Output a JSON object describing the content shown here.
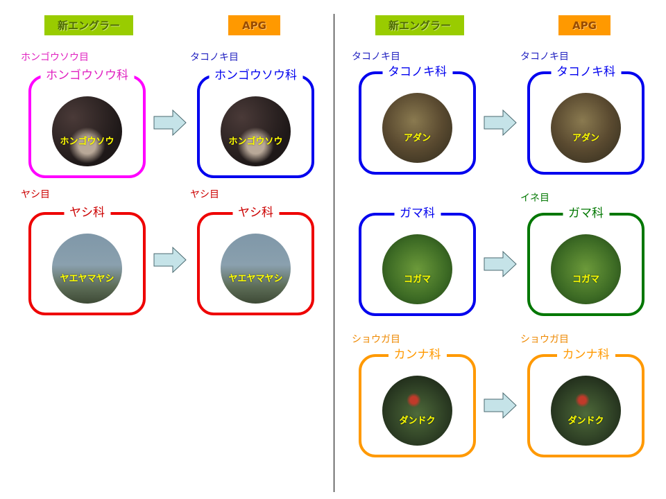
{
  "headers": {
    "engler": "新エングラー",
    "apg": "APG"
  },
  "colors": {
    "engler_header": "#99cc00",
    "apg_header": "#ff9900",
    "arrow_fill": "#c5e3e8"
  },
  "left_group": {
    "rows": [
      {
        "engler": {
          "order": "ホンゴウソウ目",
          "family": "ホンゴウソウ科",
          "species": "ホンゴウソウ",
          "order_color": "#e020c0",
          "border": "#ff00ff",
          "image": "hongousou"
        },
        "apg": {
          "order": "タコノキ目",
          "family": "ホンゴウソウ科",
          "species": "ホンゴウソウ",
          "order_color": "#2020c0",
          "border": "#0000ee",
          "image": "hongousou"
        }
      },
      {
        "engler": {
          "order": "ヤシ目",
          "family": "ヤシ科",
          "species": "ヤエヤマヤシ",
          "order_color": "#cc0000",
          "border": "#ee0000",
          "image": "palm"
        },
        "apg": {
          "order": "ヤシ目",
          "family": "ヤシ科",
          "species": "ヤエヤマヤシ",
          "order_color": "#cc0000",
          "border": "#ee0000",
          "image": "palm"
        }
      }
    ]
  },
  "right_group": {
    "rows": [
      {
        "engler": {
          "order": "タコノキ目",
          "family": "タコノキ科",
          "species": "アダン",
          "order_color": "#2020c0",
          "border": "#0000ee",
          "image": "adan"
        },
        "apg": {
          "order": "タコノキ目",
          "family": "タコノキ科",
          "species": "アダン",
          "order_color": "#2020c0",
          "border": "#0000ee",
          "image": "adan"
        }
      },
      {
        "engler": {
          "order": "",
          "family": "ガマ科",
          "species": "コガマ",
          "order_color": "#2020c0",
          "border": "#0000ee",
          "image": "kogama"
        },
        "apg": {
          "order": "イネ目",
          "family": "ガマ科",
          "species": "コガマ",
          "order_color": "#007700",
          "border": "#007700",
          "image": "kogama"
        }
      },
      {
        "engler": {
          "order": "ショウガ目",
          "family": "カンナ科",
          "species": "ダンドク",
          "order_color": "#ee8800",
          "border": "#ff9900",
          "image": "dandoku"
        },
        "apg": {
          "order": "ショウガ目",
          "family": "カンナ科",
          "species": "ダンドク",
          "order_color": "#ee8800",
          "border": "#ff9900",
          "image": "dandoku"
        }
      }
    ]
  }
}
